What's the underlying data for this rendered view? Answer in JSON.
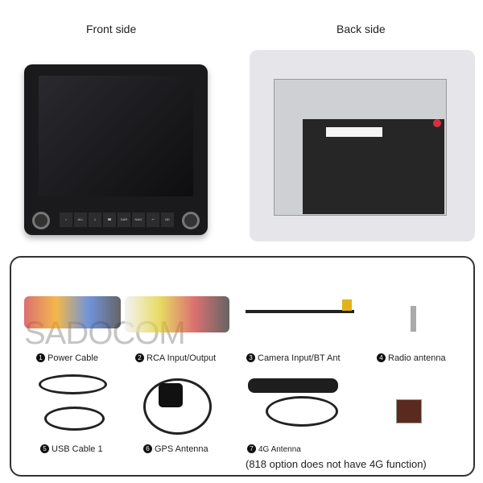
{
  "headers": {
    "front": "Front side",
    "back": "Back side"
  },
  "front_buttons": [
    "⌂",
    "ALL",
    "♫",
    "☎",
    "DAR",
    "NAVI",
    "↩",
    "BD"
  ],
  "watermark": "SADOCOM",
  "accessories": [
    {
      "num": "1",
      "label": "Power Cable"
    },
    {
      "num": "2",
      "label": "RCA Input/Output"
    },
    {
      "num": "3",
      "label": "Camera Input/BT Ant"
    },
    {
      "num": "4",
      "label": "Radio antenna"
    },
    {
      "num": "5",
      "label": "USB Cable 1"
    },
    {
      "num": "6",
      "label": "GPS Antenna"
    },
    {
      "num": "7",
      "label": "4G Antenna"
    }
  ],
  "note": "(818 option does not have 4G function)"
}
